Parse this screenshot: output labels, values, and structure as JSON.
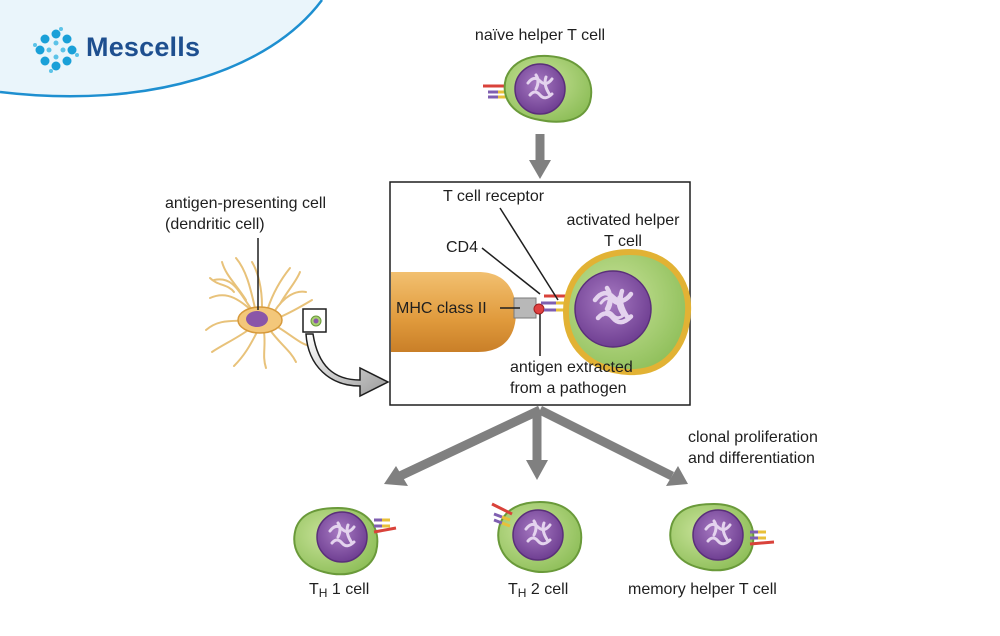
{
  "brand": {
    "name": "Mescells",
    "icon": "molecule-ring-icon",
    "colors": {
      "text": "#1e4f8f",
      "swoosh": "#1e8fd0",
      "dots": "#1aa0d8"
    }
  },
  "labels": {
    "naive": "naïve helper T cell",
    "apc_line1": "antigen-presenting cell",
    "apc_line2": "(dendritic cell)",
    "tcr": "T cell receptor",
    "activated_line1": "activated helper",
    "activated_line2": "T cell",
    "cd4": "CD4",
    "mhc": "MHC class II",
    "antigen_line1": "antigen extracted",
    "antigen_line2": "from a pathogen",
    "clonal_line1": "clonal proliferation",
    "clonal_line2": "and differentiation",
    "th1_t": "T",
    "th1_sub": "H",
    "th1_rest": " 1 cell",
    "th2_t": "T",
    "th2_sub": "H",
    "th2_rest": " 2 cell",
    "memory": "memory helper T cell"
  },
  "colors": {
    "cell_fill": "#a9cf72",
    "cell_stroke": "#6a9a3a",
    "nucleus": "#8a56a8",
    "arrow": "#808080",
    "apc": "#e8a84a",
    "receptor_red": "#d9423a",
    "receptor_purple": "#7f5fb0",
    "receptor_yellow": "#e8c03a"
  }
}
